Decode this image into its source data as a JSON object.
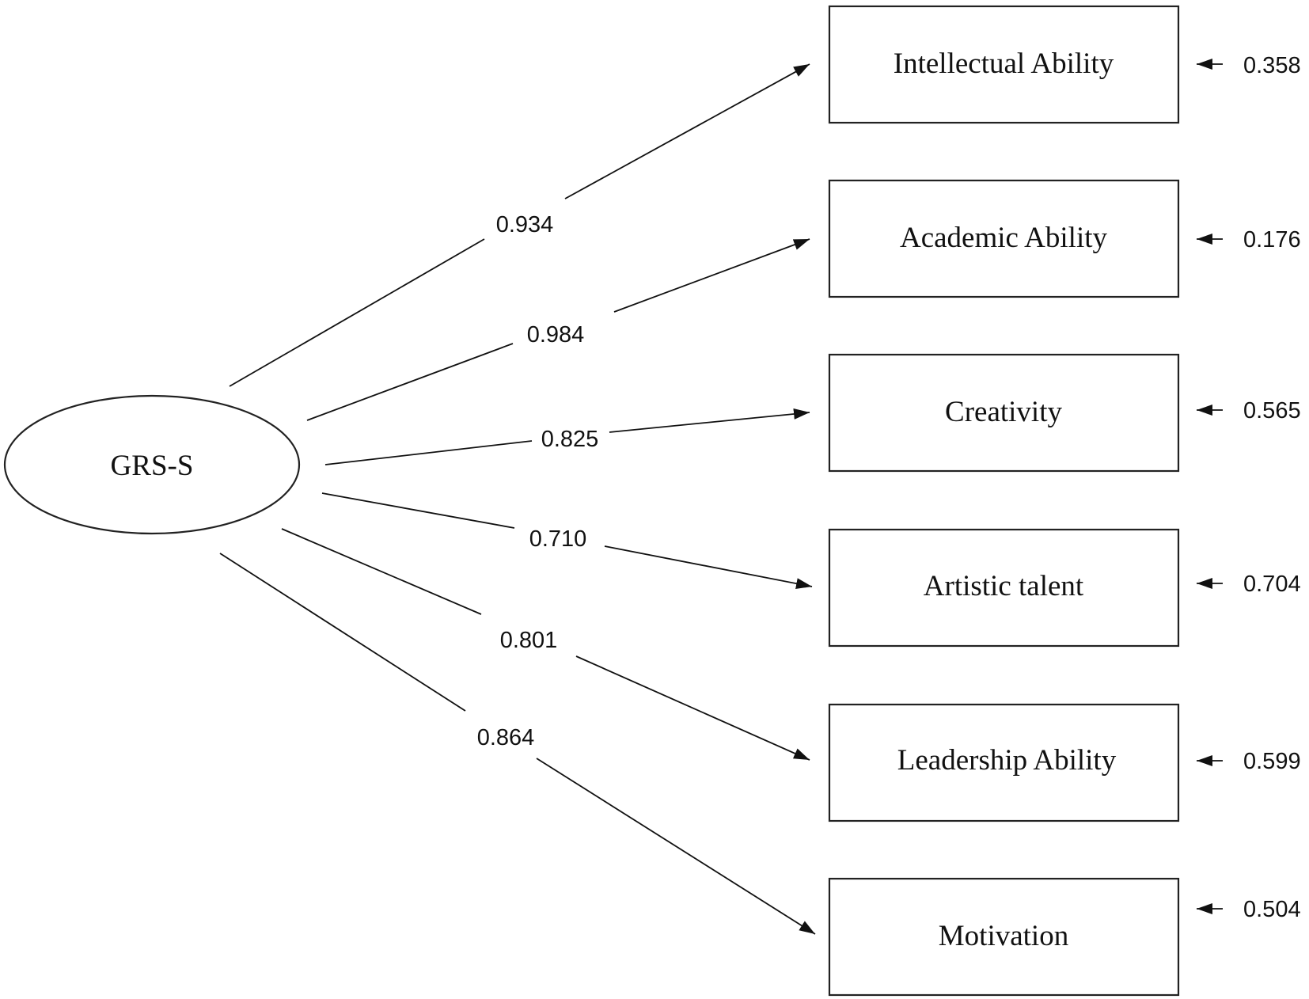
{
  "latent": {
    "label": "GRS-S"
  },
  "indicators": [
    {
      "label": "Intellectual Ability",
      "loading": "0.934",
      "error": "0.358"
    },
    {
      "label": "Academic Ability",
      "loading": "0.984",
      "error": "0.176"
    },
    {
      "label": "Creativity",
      "loading": "0.825",
      "error": "0.565"
    },
    {
      "label": "Artistic talent",
      "loading": "0.710",
      "error": "0.704"
    },
    {
      "label": "Leadership Ability",
      "loading": "0.801",
      "error": "0.599"
    },
    {
      "label": "Motivation",
      "loading": "0.864",
      "error": "0.504"
    }
  ]
}
